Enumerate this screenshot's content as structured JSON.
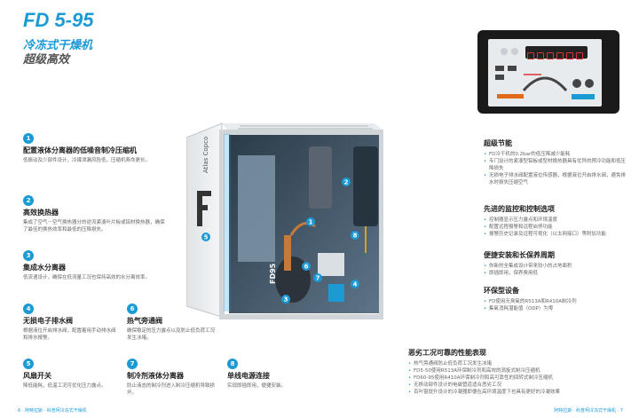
{
  "header": {
    "title": "FD 5-95",
    "subtitle": "冷冻式干燥机",
    "tagline": "超级高效"
  },
  "features": [
    {
      "num": "1",
      "title": "配置液体分离器的低噪音制冷压缩机",
      "desc": "低振动及少部件设计，冷媒泄漏风险低，压缩机寿命更长。"
    },
    {
      "num": "2",
      "title": "高效换热器",
      "desc": "集成了空气－空气换热器分的逆流紧凑叶片板或铝材换热器，确保了最佳的换热效率和最低的压降损失。"
    },
    {
      "num": "3",
      "title": "集成水分离器",
      "desc": "低流速设计，确保在低流量工况也保持高效的水分离效率。"
    },
    {
      "num": "4",
      "title": "无损电子排水阀",
      "desc": "根据液位开启排水阀，配置着用手动排水阀和排水报警。"
    },
    {
      "num": "5",
      "title": "风扇开关",
      "desc": "降低能耗，低温工况可优化压力露点。"
    },
    {
      "num": "6",
      "title": "热气旁通阀",
      "desc": "确保稳定的压力露点以及防止低负荷工况发生冰堵。"
    },
    {
      "num": "7",
      "title": "制冷剂液体分离器",
      "desc": "防止液态的制冷剂进入制冷压缩机导致损坏。"
    },
    {
      "num": "8",
      "title": "单线电源连接",
      "desc": "实现即插即用，便捷安装。"
    }
  ],
  "right_sections": [
    {
      "title": "超级节能",
      "items": [
        "FD冷干机的0.2bar的低压降减少能耗",
        "专门设计的紧凑型铝板或型材换热器具有优异的预冷功能和低压降损失",
        "无损电子排水阀配置液位传感器，根据液位开启排水阀，避免排水时损失压缩空气"
      ]
    },
    {
      "title": "先进的监控和控制选项",
      "items": [
        "控制器显示压力露点和环境温度",
        "配置远程报警和远程启停功能",
        "报警历史记录及远程可视化（以太网接口）等附加功能"
      ]
    },
    {
      "title": "便捷安装和长保养周期",
      "items": [
        "你新的全集成设计带来较小的占地面积",
        "即插即用，保养费用低"
      ]
    },
    {
      "title": "环保型设备",
      "items": [
        "FD使用无臭氧的R513A和R410A制冷剂",
        "集氧消耗潜能值（ODP）为零"
      ]
    }
  ],
  "bottom_section": {
    "title": "恶劣工况可靠的性能表现",
    "items": [
      "热气旁通阀防止低负荷工况发生冰堵",
      "FD5-50使用R513A环保制冷剂和高效的涡旋式制冷压缩机",
      "FD60-95使用R410A环保制冷剂和高可靠性的回转式制冷压缩机",
      "无移动部件设计的电磁管道适合恶劣工况",
      "百叶窗提升设计的冷凝器即便在高环境温度下也具有更好的冷凝效果"
    ]
  },
  "footer": {
    "left": "6 · 阿特拉斯 · 科普柯冷冻式干燥机",
    "right": "阿特拉斯 · 科普柯冷冻式干燥机 · 7"
  },
  "machine_labels": {
    "brand": "Atlas Copco",
    "model": "FD95"
  },
  "colors": {
    "accent": "#1c9ad6",
    "heading": "#222222",
    "body_text": "#666666"
  }
}
